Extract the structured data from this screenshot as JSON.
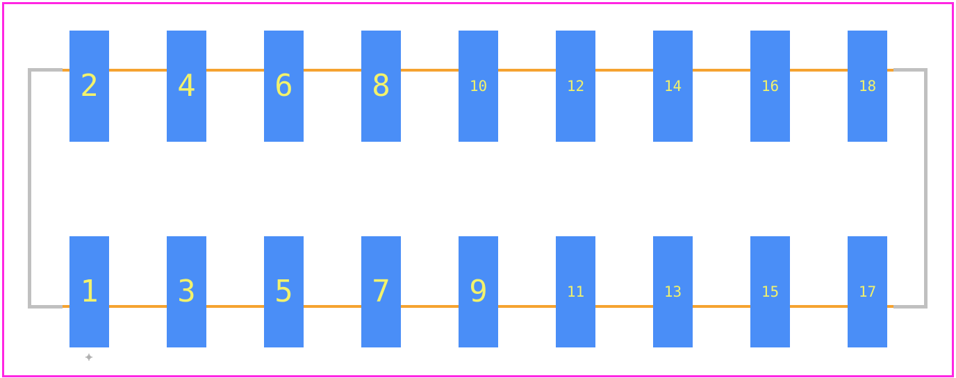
{
  "colors": {
    "board_outline": "#ff26e2",
    "pad": "#4a8ef7",
    "pad_label": "#f2f26c",
    "silkscreen_line": "#f5a330",
    "courtyard": "#c0c0c0",
    "origin_marker": "#b0b0b0"
  },
  "pads": {
    "top_row": [
      "2",
      "4",
      "6",
      "8",
      "10",
      "12",
      "14",
      "16",
      "18"
    ],
    "bottom_row": [
      "1",
      "3",
      "5",
      "7",
      "9",
      "11",
      "13",
      "15",
      "17"
    ]
  }
}
